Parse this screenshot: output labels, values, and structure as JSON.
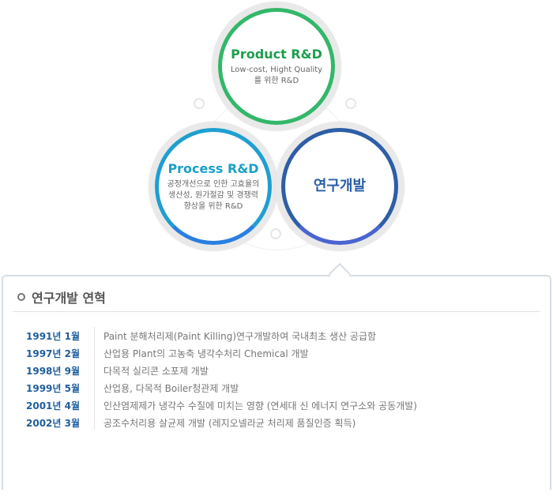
{
  "product": {
    "title": "Product R&D",
    "desc1": "Low-cost, Hight Quality",
    "desc2": "를 위한 R&D",
    "color": "#1e9e4e"
  },
  "process": {
    "title": "Process R&D",
    "desc1": "공정개선으로 인한 고효율의",
    "desc2": "생산성, 원가절감 및 경쟁력",
    "desc3": "향상을 위한 R&D",
    "color": "#1aa0c8"
  },
  "rnd": {
    "title": "연구개발",
    "color": "#2b5ea8"
  },
  "history": {
    "title": "연구개발 연혁",
    "rows": [
      {
        "date": "1991년 1월",
        "desc": "Paint 분해처리제(Paint Killing)연구개발하여 국내최초 생산 공급함"
      },
      {
        "date": "1997년 2월",
        "desc": "산업용 Plant의 고농축 냉각수처리 Chemical 개발"
      },
      {
        "date": "1998년 9월",
        "desc": "다목적 실리콘 소포제 개발"
      },
      {
        "date": "1999년 5월",
        "desc": "산업용, 다목적 Boiler청관제 개발"
      },
      {
        "date": "2001년 4월",
        "desc": "인산염제제가 냉각수 수질에 미치는 영향 (연세대 신 에너지 연구소와 공동개발)"
      },
      {
        "date": "2002년 3월",
        "desc": "공조수처리용 살균제 개발 (레지오넬라균 처리제 품질인증 획득)"
      }
    ]
  }
}
